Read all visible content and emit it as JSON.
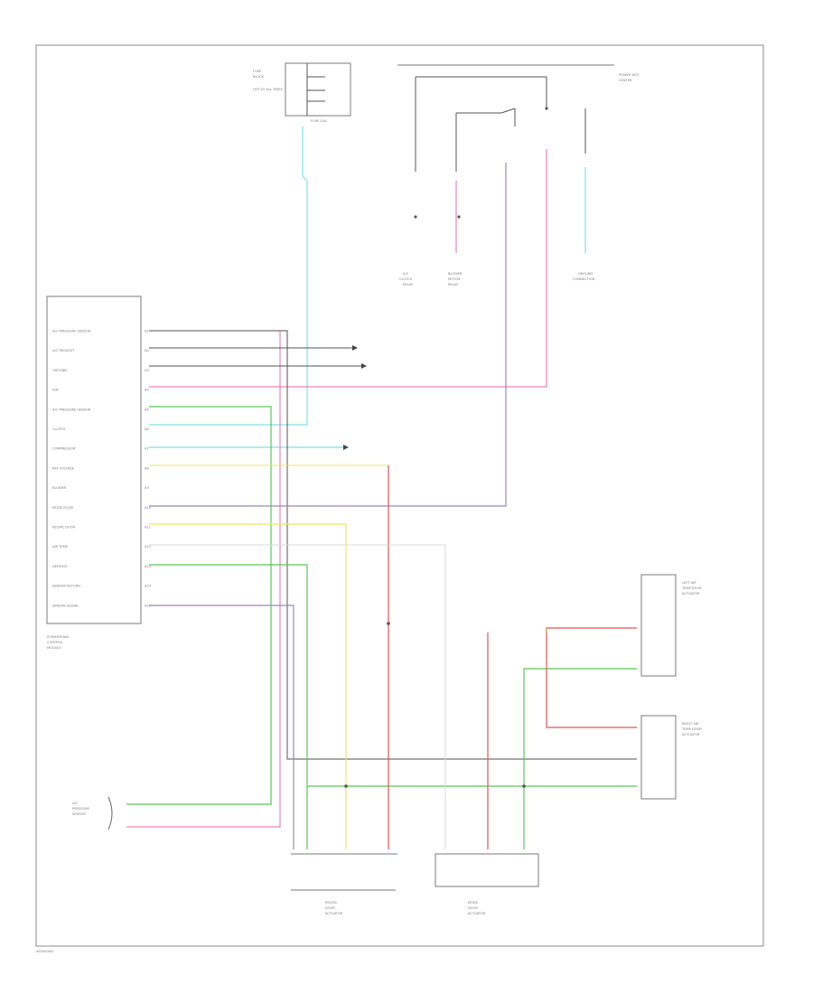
{
  "figure_code": "W0000000",
  "modules": {
    "hvac_module": {
      "name": [
        "POWERTRAIN",
        "CONTROL",
        "MODULE"
      ],
      "pins": [
        {
          "pin": "A1",
          "label": "A/C PRESSURE SENSOR"
        },
        {
          "pin": "A2",
          "label": "A/C REQUEST"
        },
        {
          "pin": "A3",
          "label": "GROUND"
        },
        {
          "pin": "A4",
          "label": "IGN"
        },
        {
          "pin": "A5",
          "label": "A/C PRESSURE SENSOR"
        },
        {
          "pin": "A6",
          "label": "CLUTCH"
        },
        {
          "pin": "A7",
          "label": "COMPRESSOR"
        },
        {
          "pin": "A8",
          "label": "REF VOLTAGE"
        },
        {
          "pin": "A9",
          "label": "BLOWER"
        },
        {
          "pin": "A10",
          "label": "MODE DOOR"
        },
        {
          "pin": "A11",
          "label": "RECIRC DOOR"
        },
        {
          "pin": "A12",
          "label": "AIR TEMP"
        },
        {
          "pin": "A13",
          "label": "DEFROST"
        },
        {
          "pin": "A14",
          "label": "SENSOR RETURN"
        },
        {
          "pin": "A15",
          "label": "SENSOR SIGNAL"
        }
      ]
    },
    "fuse_box": {
      "name": [
        "FUSE",
        "BLOCK"
      ],
      "labels": [
        "HOT AT ALL TIMES",
        "FUSE 10A"
      ]
    },
    "top_bus": {
      "label": [
        "POWER DIST",
        "CENTER"
      ]
    },
    "relay_left": {
      "label": [
        "A/C",
        "CLUTCH",
        "RELAY"
      ]
    },
    "relay_mid": {
      "label": [
        "BLOWER",
        "MOTOR",
        "RELAY"
      ]
    },
    "relay_right": {
      "label": [
        "GROUND",
        "CONNECTION"
      ]
    },
    "ac_sensor": {
      "label": [
        "A/C",
        "PRESSURE",
        "SENSOR"
      ]
    },
    "right_top_module": {
      "label": [
        "LEFT AIR",
        "TEMP DOOR",
        "ACTUATOR"
      ]
    },
    "right_bottom_module": {
      "label": [
        "RIGHT AIR",
        "TEMP DOOR",
        "ACTUATOR"
      ]
    },
    "bottom_left_module": {
      "label": [
        "RECIRC",
        "DOOR",
        "ACTUATOR"
      ]
    },
    "bottom_right_module": {
      "label": [
        "MODE",
        "DOOR",
        "ACTUATOR"
      ]
    }
  },
  "wire_colors": {
    "cyan": "#7fe0e8",
    "pink": "#f080b8",
    "green": "#58c858",
    "yellow": "#e8e860",
    "red": "#e85050",
    "purple": "#9a86b8",
    "black": "#505050",
    "olive": "#b8a040",
    "lightgray": "#d8d8d8"
  }
}
